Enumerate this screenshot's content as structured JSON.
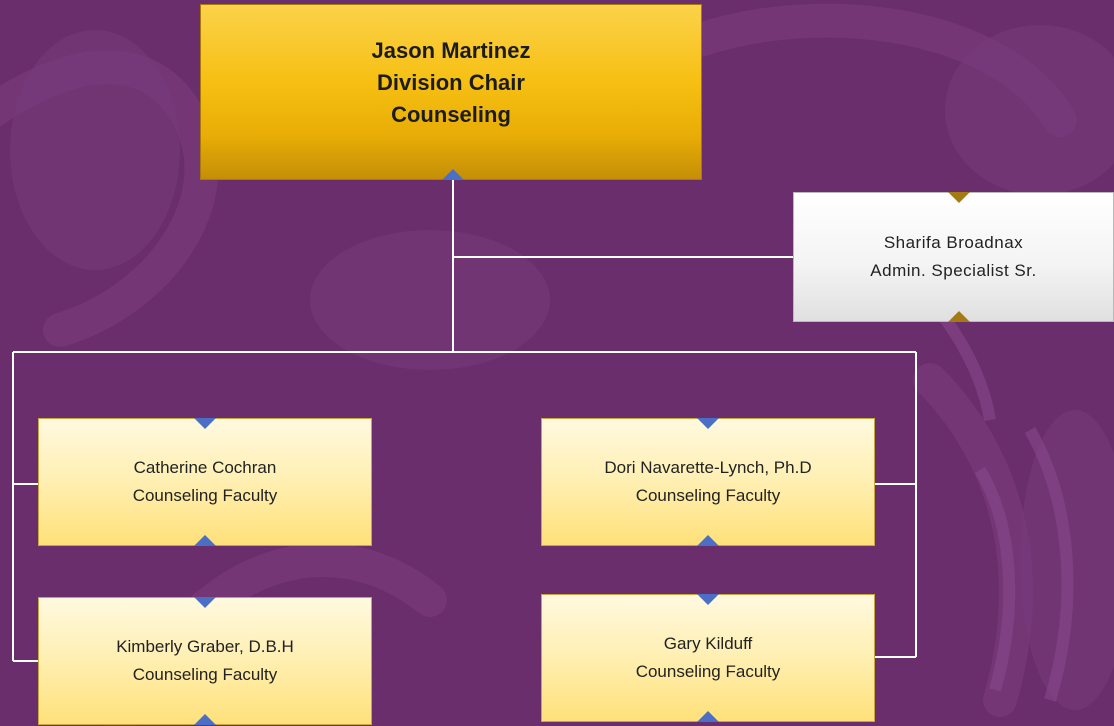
{
  "chair": {
    "name": "Jason Martinez",
    "title": "Division Chair",
    "department": "Counseling"
  },
  "admin": {
    "name": "Sharifa Broadnax",
    "title": "Admin. Specialist Sr."
  },
  "staff": [
    {
      "name": "Catherine Cochran",
      "title": "Counseling Faculty"
    },
    {
      "name": "Dori Navarette-Lynch, Ph.D",
      "title": "Counseling Faculty"
    },
    {
      "name": "Kimberly Graber, D.B.H",
      "title": "Counseling Faculty"
    },
    {
      "name": "Gary Kilduff",
      "title": "Counseling Faculty"
    }
  ],
  "colors": {
    "background": "#6a2e6c",
    "chair_fill": "#f6bf12",
    "staff_fill": "#fff0b6",
    "admin_fill": "#f4f4f4",
    "connector": "#ffffff",
    "marker_blue": "#4a6fc4",
    "marker_gold": "#a37a14"
  }
}
